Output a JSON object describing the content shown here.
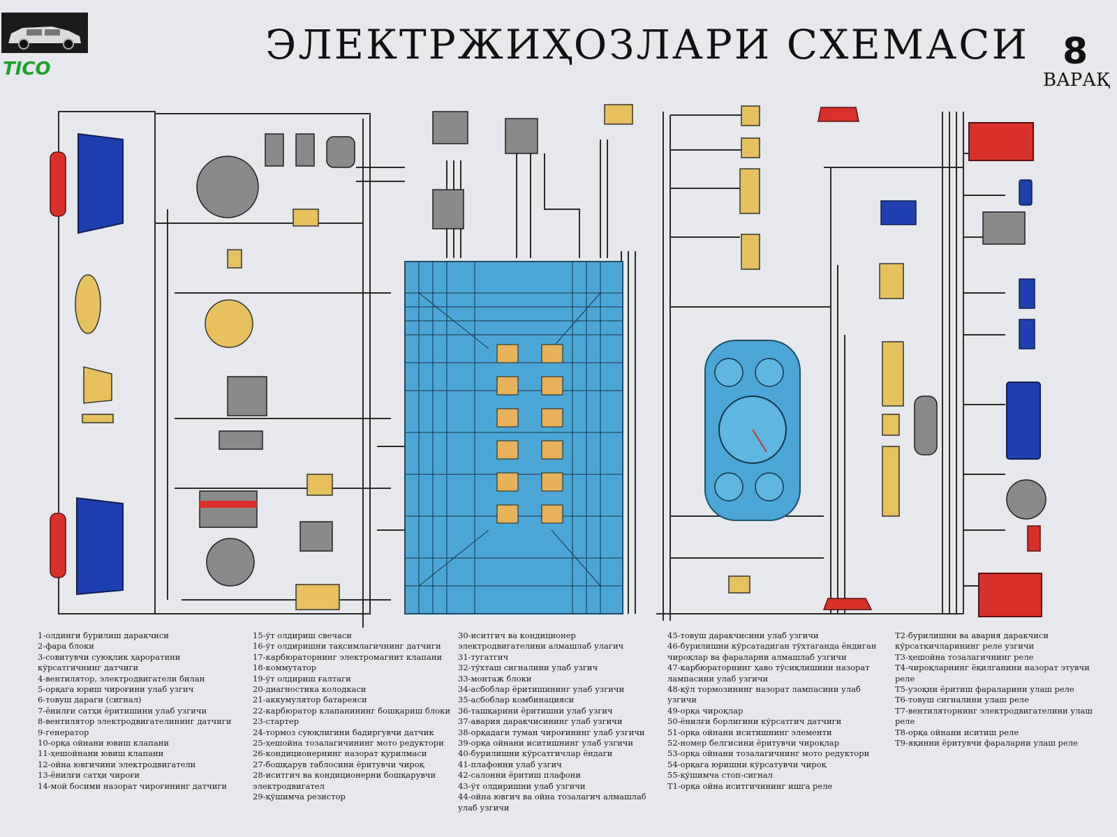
{
  "header": {
    "title": "ЭЛЕКТРЖИҲОЗЛАРИ СХЕМАСИ",
    "sheet_number": "8",
    "sheet_label": "ВАРАҚ",
    "brand": "TICO"
  },
  "colors": {
    "fuse_block": "#4da7d6",
    "headlight": "#1e3fb0",
    "red_part": "#d9302a",
    "yellow_part": "#e7c15d",
    "wire": "#222222"
  },
  "legend": {
    "col1": [
      "1-олдинги бурилиш даракчиси",
      "2-фара блоки",
      "3-совитувчи суюқлик ҳароратини кўрсатгичнинг датчиги",
      "4-вентилятор, электродвигатели билан",
      "5-орқага юриш чироғини улаб узгич",
      "6-товуш дараги (сигнал)",
      "7-ёнилғи сатҳи ёритишини улаб узгичи",
      "8-вентилятор электродвигателининг датчиги",
      "9-генератор",
      "10-орқа ойнани ювиш клапани",
      "11-ҳешойнани ювиш клапани",
      "12-ойна ювгичини электродвигатели",
      "13-ёнилғи сатҳи чироғи",
      "14-мой босими назорат чироғининг датчиги"
    ],
    "col2": [
      "15-ўт олдириш свечаси",
      "16-ўт олдиришни тақсимлагичнинг датчиги",
      "17-карбюраторнинг электромагнит клапани",
      "18-коммутатор",
      "19-ўт олдириш ғалтаги",
      "20-диагностика колодкаси",
      "21-аккумулятор батареяси",
      "22-карбюратор клапанининг бошқариш блоки",
      "23-стартер",
      "24-тормоз суюқлигини бадиргувчи датчик",
      "25-ҳешойна тозалагичининг мото редуктори",
      "26-кондиционернинг назорат қурилмаси",
      "27-бошқарув таблосини ёритувчи чироқ",
      "28-иситгич ва кондиционерни бошқарувчи электродвигател",
      "29-қўшимча резистор"
    ],
    "col3": [
      "30-иситгич ва кондиционер электродвигателини алмашлаб улагич",
      "31-тугатгич",
      "32-тўхташ сигналини улаб узгич",
      "33-монтаж блоки",
      "34-асбоблар ёритишининг улаб узгичи",
      "35-асбоблар комбинацияси",
      "36-ташқарини ёритишни улаб узгич",
      "37-авария даракчисининг улаб узгичи",
      "38-орқадаги туман чироғининг улаб узгичи",
      "39-орқа ойнани иситишнинг улаб узгичи",
      "40-бурилишни кўрсатгичлар ёндаги",
      "41-плафонни улаб узгич",
      "42-салонни ёритиш плафони",
      "43-ўт олдиришни улаб узгичи",
      "44-ойна ювгич ва ойна тозалагич алмашлаб улаб узгичи"
    ],
    "col4": [
      "45-товуш даракчисини улаб узгичи",
      "46-бурилишни кўрсатадиган тўхтаганда ёндиган чироқлар ва фараларни алмашлаб узгичи",
      "47-карбюраторнинг ҳаво тўсиқлишини назорат лампасини улаб узгичи",
      "48-қўл тормозининг назорат лампасини улаб узгичи",
      "49-орқа чироқлар",
      "50-ёнилғи борлигини кўрсатгич датчиги",
      "51-орқа ойнани иситишнинг элементи",
      "52-номер белгисини ёритувчи чироқлар",
      "53-орқа ойнани тозалагичнинг мото редуктори",
      "54-орқага юришни кўрсатувчи чироқ",
      "55-қўшимча стоп-сигнал",
      "Т1-орқа ойна иситгичининг ишга реле"
    ],
    "col5": [
      "Т2-бурилишни ва авария даракчиси кўрсаткичларининг реле узгичи",
      "Т3-ҳешойна тозалагичнинг реле",
      "Т4-чироқларнинг ёқилганини назорат этувчи реле",
      "Т5-узоқни ёритиш фараларини улаш реле",
      "Т6-товуш сигналини улаш реле",
      "Т7-вентиляторнинг электродвигателини улаш реле",
      "Т8-орқа ойнани иситиш реле",
      "Т9-яқинни ёритувчи фараларни улаш реле"
    ]
  }
}
